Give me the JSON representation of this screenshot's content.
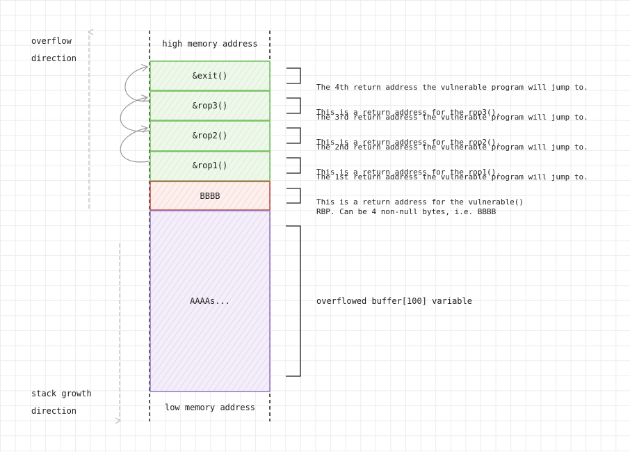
{
  "overflow_label": [
    "overflow",
    "direction"
  ],
  "growth_label": [
    "stack growth",
    "direction"
  ],
  "memory": {
    "high": "high memory address",
    "low": "low memory address"
  },
  "blocks": [
    {
      "label": "&exit()",
      "kind": "return-address"
    },
    {
      "label": "&rop3()",
      "kind": "return-address"
    },
    {
      "label": "&rop2()",
      "kind": "return-address"
    },
    {
      "label": "&rop1()",
      "kind": "return-address"
    },
    {
      "label": "BBBB",
      "kind": "rbp"
    },
    {
      "label": "AAAAs...",
      "kind": "buffer"
    }
  ],
  "notes": [
    [
      "The 4th return address the vulnerable program will jump to.",
      "This is a return address for the rop3()."
    ],
    [
      "The 3rd return address the vulnerable program will jump to.",
      "This is a return address for the rop2()."
    ],
    [
      "The 2nd return address the vulnerable program will jump to.",
      "This is a return address for the rop1()."
    ],
    [
      "The 1st return address the vulnerable program will jump to.",
      "This is a return address for the vulnerable()"
    ],
    [
      "RBP. Can be 4 non-null bytes, i.e. BBBB"
    ]
  ],
  "buffer_note": "overflowed buffer[100] variable",
  "colors": {
    "return_address_stroke": "#7cc36a",
    "return_address_fill": "#d9f0d2",
    "rbp_stroke": "#c0504d",
    "rbp_fill": "#f9dcd6",
    "buffer_stroke": "#9a7bbf",
    "buffer_fill": "#e6dcf2",
    "ink": "#1e1e1e",
    "arrow_gray": "#c8c8c8"
  }
}
